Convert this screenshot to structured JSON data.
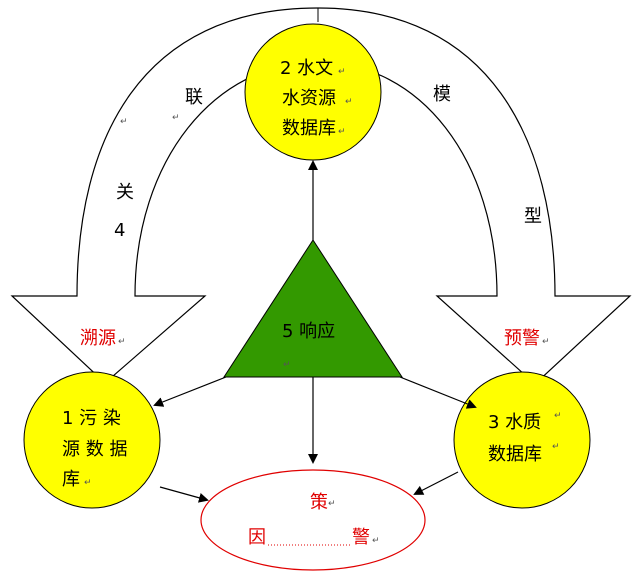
{
  "colors": {
    "circle_fill": "#ffff00",
    "triangle_fill": "#339900",
    "red_text": "#e00000",
    "ellipse_stroke": "#e00000"
  },
  "nodes": {
    "n2": {
      "line1": "2 水文",
      "line2": "水资源",
      "line3": "数据库"
    },
    "n1": {
      "line1": "1  污 染",
      "line2": "源 数 据",
      "line3": "库"
    },
    "n3": {
      "line1": "3 水质",
      "line2": "数据库"
    },
    "n5": {
      "label": "5 响应"
    }
  },
  "arc_labels": {
    "lian": "联",
    "guan": "关",
    "four": "4",
    "mo": "模",
    "xing": "型"
  },
  "arrow_labels": {
    "suyuan": "溯源",
    "yujing": "预警"
  },
  "bottom": {
    "ce": "策",
    "yin": "因",
    "jing": "警"
  }
}
